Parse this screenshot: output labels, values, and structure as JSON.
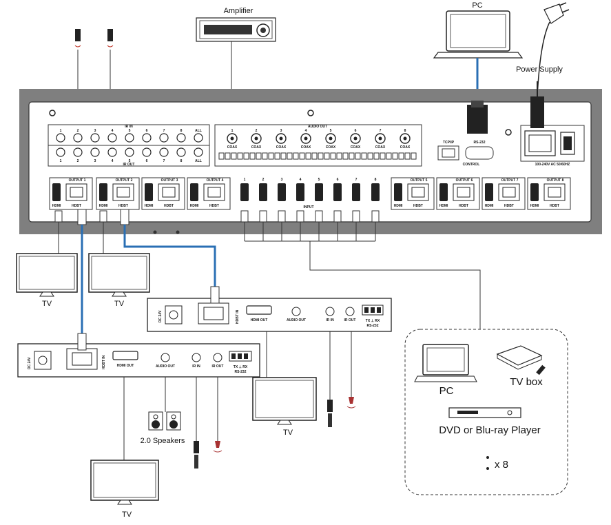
{
  "labels": {
    "amplifier": "Amplifier",
    "pc_top": "PC",
    "power_supply": "Power  Supply",
    "tv": "TV",
    "speakers": "2.0 Speakers",
    "pc_source": "PC",
    "tv_box": "TV box",
    "dvd": "DVD or Blu-ray Player",
    "times8": "x 8"
  },
  "matrix": {
    "ir_in": "IR IN",
    "ir_out": "IR OUT",
    "audio_out": "AUDIO OUT",
    "coax": "COAX",
    "all": "ALL",
    "input": "INPUT",
    "tcpip": "TCP/IP",
    "rs232": "RS-232",
    "control": "CONTROL",
    "power_rating": "100-240V AC 50/60HZ",
    "port_numbers": [
      "1",
      "2",
      "3",
      "4",
      "5",
      "6",
      "7",
      "8"
    ],
    "outputs": [
      "OUTPUT 1",
      "OUTPUT 2",
      "OUTPUT 3",
      "OUTPUT 4",
      "OUTPUT 5",
      "OUTPUT 6",
      "OUTPUT 7",
      "OUTPUT 8"
    ],
    "hdmi": "HDMI",
    "hdbt": "HDBT"
  },
  "receiver": {
    "dc": "DC 24V",
    "hdbt_in": "HDBT IN",
    "hdmi_out": "HDMI  OUT",
    "audio_out": "AUDIO  OUT",
    "ir_in": "IR IN",
    "ir_out": "IR  OUT",
    "tx_rx": "TX  ⊥  RX",
    "rs232": "RS-232"
  },
  "colors": {
    "panel": "#7f7f7f",
    "hdbt_cable": "#2a6fb4",
    "line": "#333333"
  }
}
